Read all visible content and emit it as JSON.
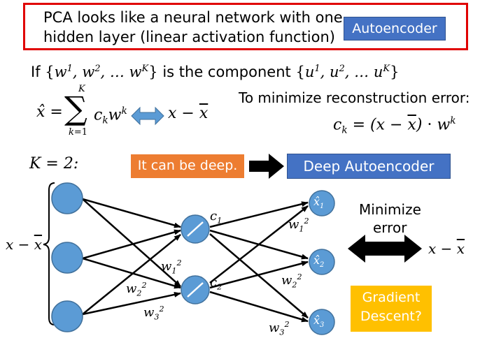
{
  "header": {
    "line1": "PCA looks like a neural network with one",
    "line2": "hidden layer (linear activation function)",
    "autoencoder_label": "Autoencoder"
  },
  "statement": {
    "if": "If",
    "is_component": "is the component"
  },
  "minimize_title": "To minimize reconstruction error:",
  "k_label": "K = 2:",
  "deep_label": "It can be deep.",
  "deep_autoencoder_label": "Deep Autoencoder",
  "minimize_error_line1": "Minimize",
  "minimize_error_line2": "error",
  "gradient_line1": "Gradient",
  "gradient_line2": "Descent?",
  "input_label": "x − x̄",
  "output_label": "x − x̄",
  "hidden_labels": [
    "c1",
    "c2"
  ],
  "output_node_labels": [
    "x̂1",
    "x̂2",
    "x̂3"
  ],
  "weight_labels": [
    "w1²",
    "w2²",
    "w3²",
    "w1²",
    "w2²",
    "w3²"
  ],
  "colors": {
    "node_fill": "#5b9bd5",
    "node_stroke": "#41719c",
    "red_border": "#e00000",
    "blue_button": "#4472c4",
    "orange_button": "#ed7d31",
    "gold_button": "#ffc000"
  }
}
